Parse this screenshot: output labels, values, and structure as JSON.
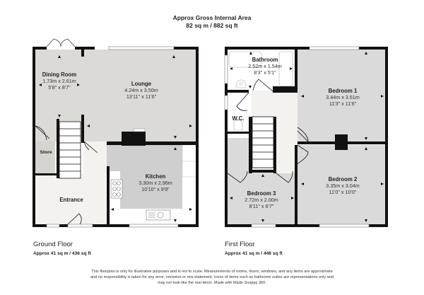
{
  "header": {
    "title": "Approx Gross Internal Area",
    "area": "82 sq m / 882 sq ft"
  },
  "colors": {
    "wall": "#111111",
    "room_fill": "#dcdad6",
    "kitchen_fill": "#cfcfcf",
    "hall_fill": "#f4f2ee",
    "bedroom_fill": "#dadada",
    "background": "#ffffff"
  },
  "ground_floor": {
    "title": "Ground Floor",
    "area": "Approx 41 sq m / 436 sq ft",
    "rooms": [
      {
        "name": "Dining Room",
        "metric": "1.73m x 2.61m",
        "imperial": "5'8\" x 8'7\""
      },
      {
        "name": "Lounge",
        "metric": "4.24m x 3.50m",
        "imperial": "13'11\" x 11'6\""
      },
      {
        "name": "Store"
      },
      {
        "name": "Kitchen",
        "metric": "3.30m x 2.96m",
        "imperial": "10'10\" x 9'9\""
      },
      {
        "name": "Entrance"
      }
    ]
  },
  "first_floor": {
    "title": "First Floor",
    "area": "Approx 41 sq m / 446 sq ft",
    "rooms": [
      {
        "name": "Bathroom",
        "metric": "2.52m x 1.54m",
        "imperial": "8'3\" x 5'1\""
      },
      {
        "name": "Bedroom 1",
        "metric": "3.44m x 3.51m",
        "imperial": "11'3\" x 11'6\""
      },
      {
        "name": "W.C."
      },
      {
        "name": "Bedroom 2",
        "metric": "3.35m x 3.04m",
        "imperial": "11'0\" x 10'0\""
      },
      {
        "name": "Bedroom 3",
        "metric": "2.72m x 2.00m",
        "imperial": "8'11\" x 6'7\""
      }
    ]
  },
  "disclaimer": {
    "line1": "This floorplan is only for illustrative purposes and is not to scale. Measurements of rooms, doors, windows, and any items are approximate",
    "line2": "and no responsibility is taken for any error, omission or mis-statement. Icons of items such as bathroom suites are representations only and",
    "line3": "may not look like the real items. Made with Made Snappy 360."
  }
}
